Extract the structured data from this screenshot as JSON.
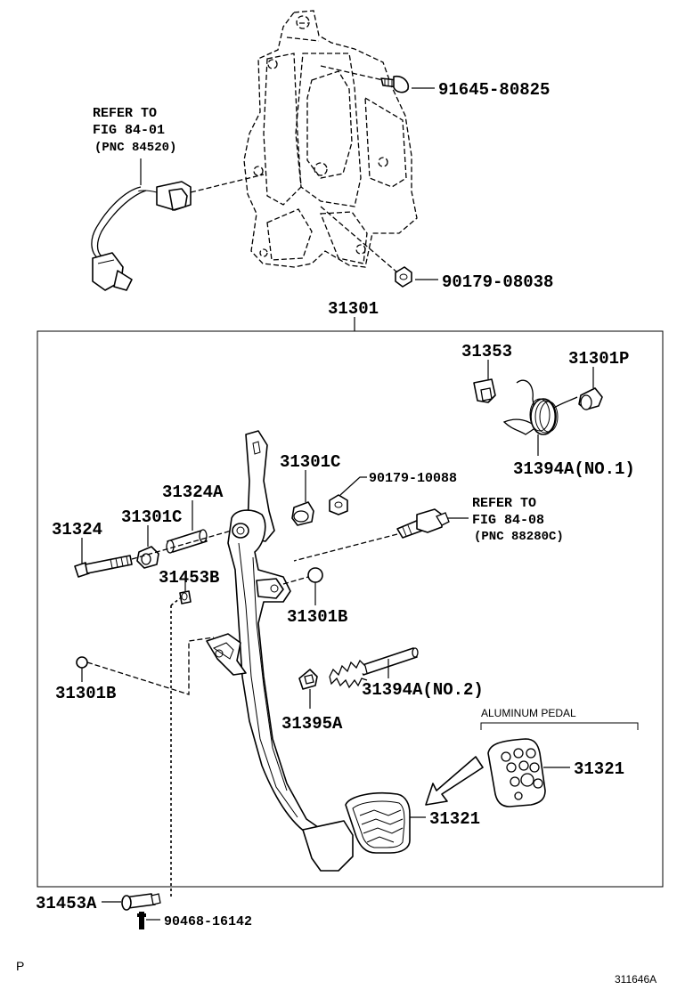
{
  "labels": {
    "refer_fig_84_01": [
      "REFER TO",
      "FIG 84-01",
      "(PNC 84520)"
    ],
    "refer_fig_84_08": [
      "REFER TO",
      "FIG 84-08",
      "(PNC 88280C)"
    ],
    "bolt_91645": "91645-80825",
    "nut_90179_08038": "90179-08038",
    "assembly_31301": "31301",
    "part_31353": "31353",
    "part_31301p": "31301P",
    "part_31394a_no1": "31394A(NO.1)",
    "part_31301c_top": "31301C",
    "nut_90179_10088": "90179-10088",
    "part_31324a": "31324A",
    "part_31324": "31324",
    "part_31301c_left": "31301C",
    "part_31453b": "31453B",
    "part_31301b_right": "31301B",
    "part_31301b_left": "31301B",
    "part_31394a_no2": "31394A(NO.2)",
    "part_31395a": "31395A",
    "aluminum_pedal": "ALUMINUM PEDAL",
    "part_31321_alu": "31321",
    "part_31321": "31321",
    "part_31453a": "31453A",
    "pin_90468": "90468-16142",
    "corner_letter": "P",
    "figure_code": "311646A"
  }
}
